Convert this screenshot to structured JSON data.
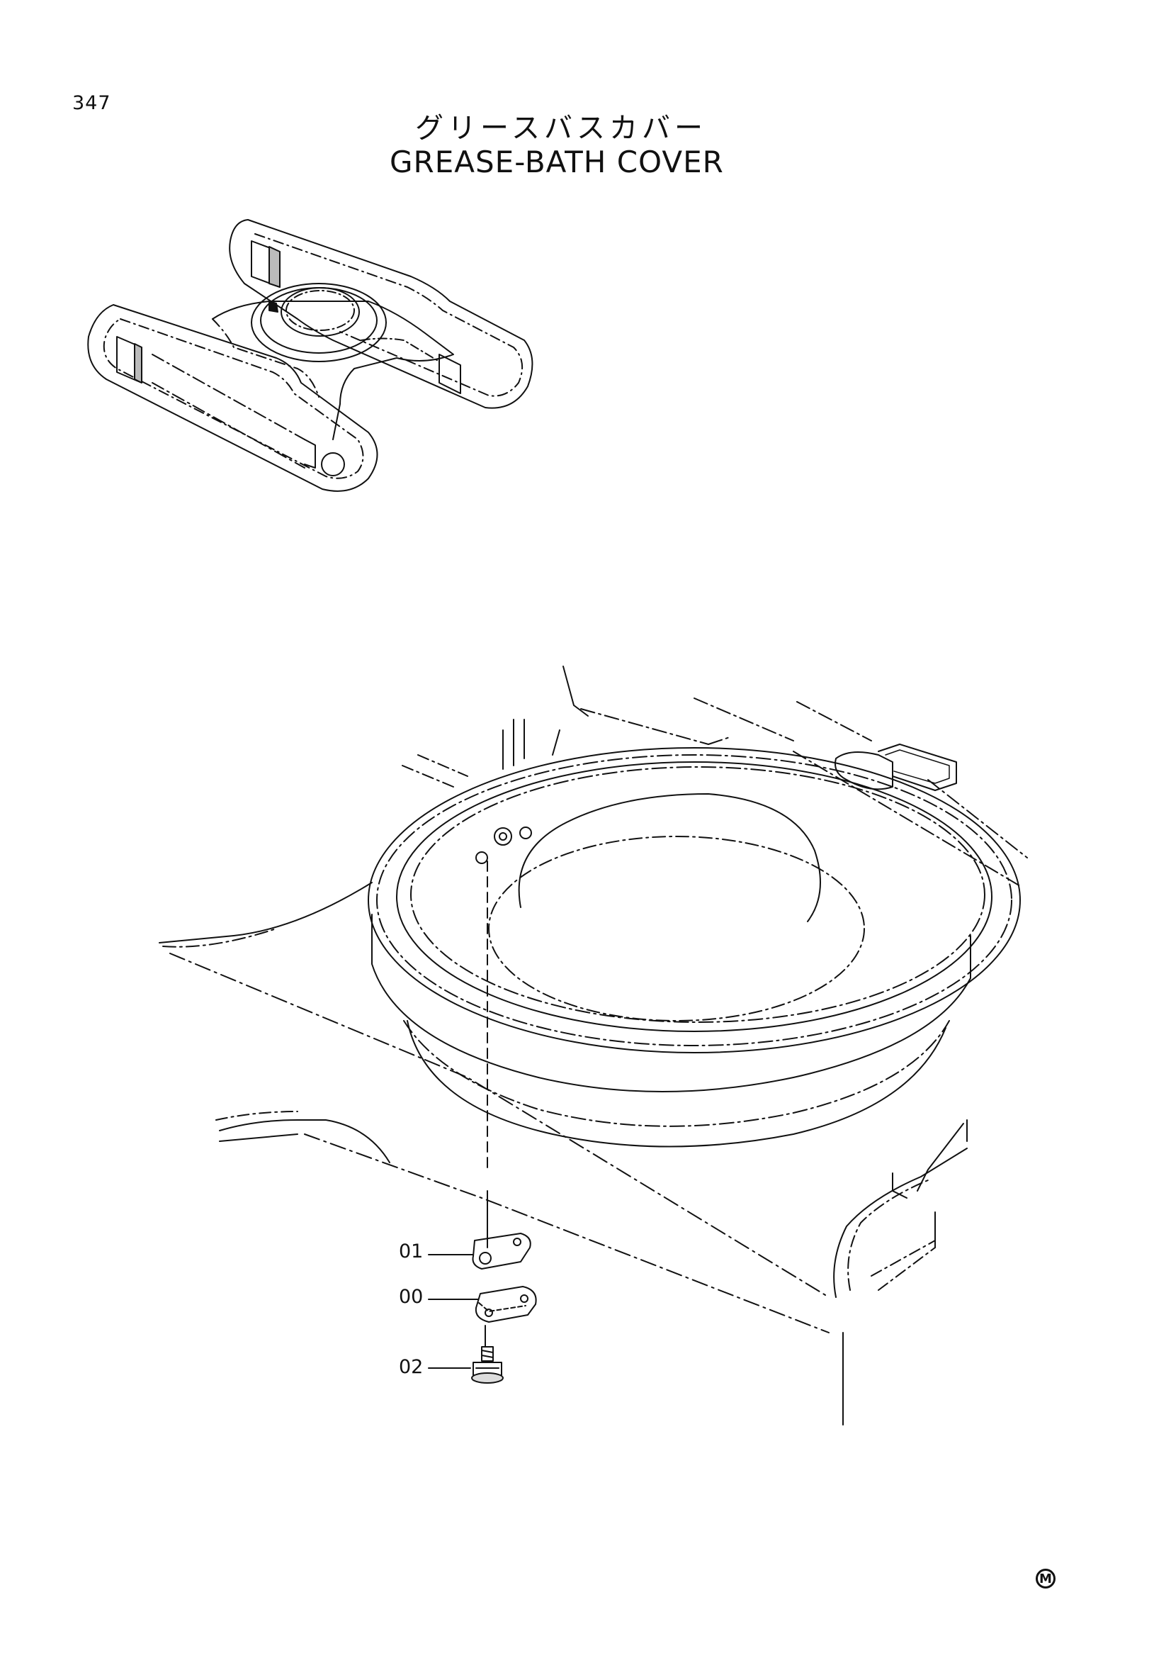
{
  "page": {
    "number": "347",
    "title_jp": "グリースバスカバー",
    "title_en": "GREASE-BATH COVER"
  },
  "callouts": [
    {
      "label": "01"
    },
    {
      "label": "00"
    },
    {
      "label": "02"
    }
  ],
  "mark": "M"
}
